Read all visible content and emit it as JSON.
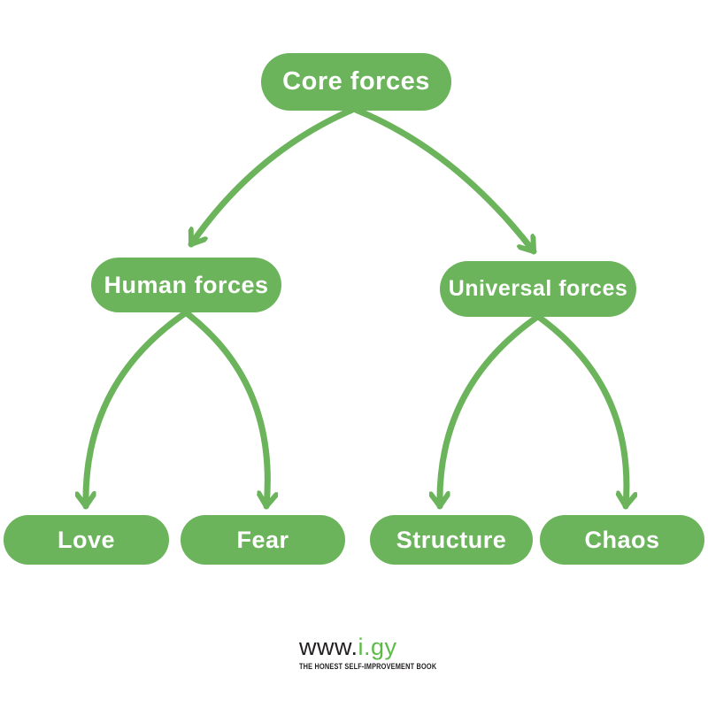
{
  "diagram": {
    "colors": {
      "green": "#6BB45B",
      "label": "#FFFFFF"
    },
    "nodes": {
      "root": {
        "label": "Core forces"
      },
      "level2": [
        {
          "label": "Human forces"
        },
        {
          "label": "Universal forces"
        }
      ],
      "leaves": [
        {
          "label": "Love"
        },
        {
          "label": "Fear"
        },
        {
          "label": "Structure"
        },
        {
          "label": "Chaos"
        }
      ]
    },
    "edges": [
      {
        "from": "Core forces",
        "to": "Human forces"
      },
      {
        "from": "Core forces",
        "to": "Universal forces"
      },
      {
        "from": "Human forces",
        "to": "Love"
      },
      {
        "from": "Human forces",
        "to": "Fear"
      },
      {
        "from": "Universal forces",
        "to": "Structure"
      },
      {
        "from": "Universal forces",
        "to": "Chaos"
      }
    ]
  },
  "footer": {
    "site_prefix": "www.",
    "site_suffix": "i.gy",
    "tagline": "THE HONEST SELF-IMPROVEMENT BOOK",
    "colors": {
      "ink": "#231F20",
      "brand_green": "#5CBA47"
    }
  }
}
